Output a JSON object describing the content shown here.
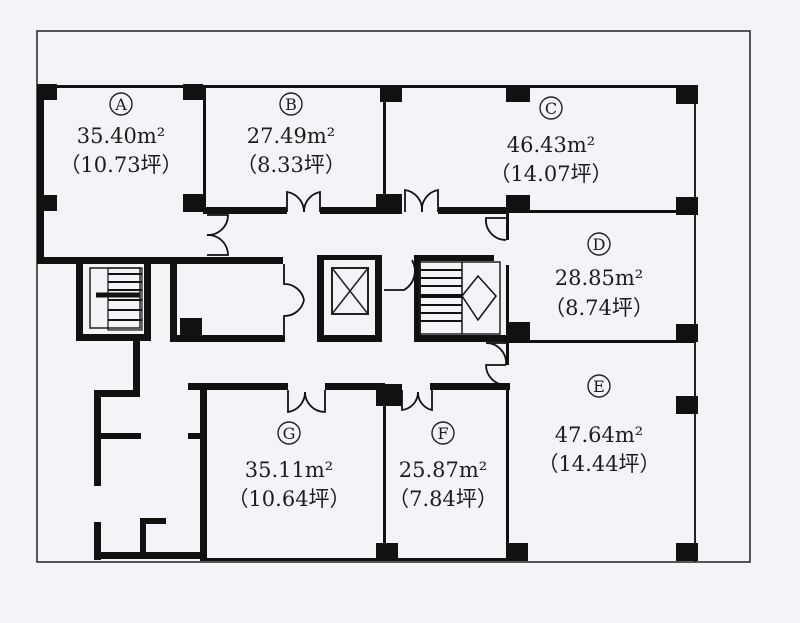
{
  "rooms": [
    {
      "id": "A",
      "letter": "A",
      "area": "35.40m²",
      "tsubo": "（10.73坪）"
    },
    {
      "id": "B",
      "letter": "B",
      "area": "27.49m²",
      "tsubo": "（8.33坪）"
    },
    {
      "id": "C",
      "letter": "C",
      "area": "46.43m²",
      "tsubo": "（14.07坪）"
    },
    {
      "id": "D",
      "letter": "D",
      "area": "28.85m²",
      "tsubo": "（8.74坪）"
    },
    {
      "id": "E",
      "letter": "E",
      "area": "47.64m²",
      "tsubo": "（14.44坪）"
    },
    {
      "id": "F",
      "letter": "F",
      "area": "25.87m²",
      "tsubo": "（7.84坪）"
    },
    {
      "id": "G",
      "letter": "G",
      "area": "35.11m²",
      "tsubo": "（10.64坪）"
    }
  ],
  "colors": {
    "background": "#f4f3f7",
    "wall": "#111111"
  }
}
